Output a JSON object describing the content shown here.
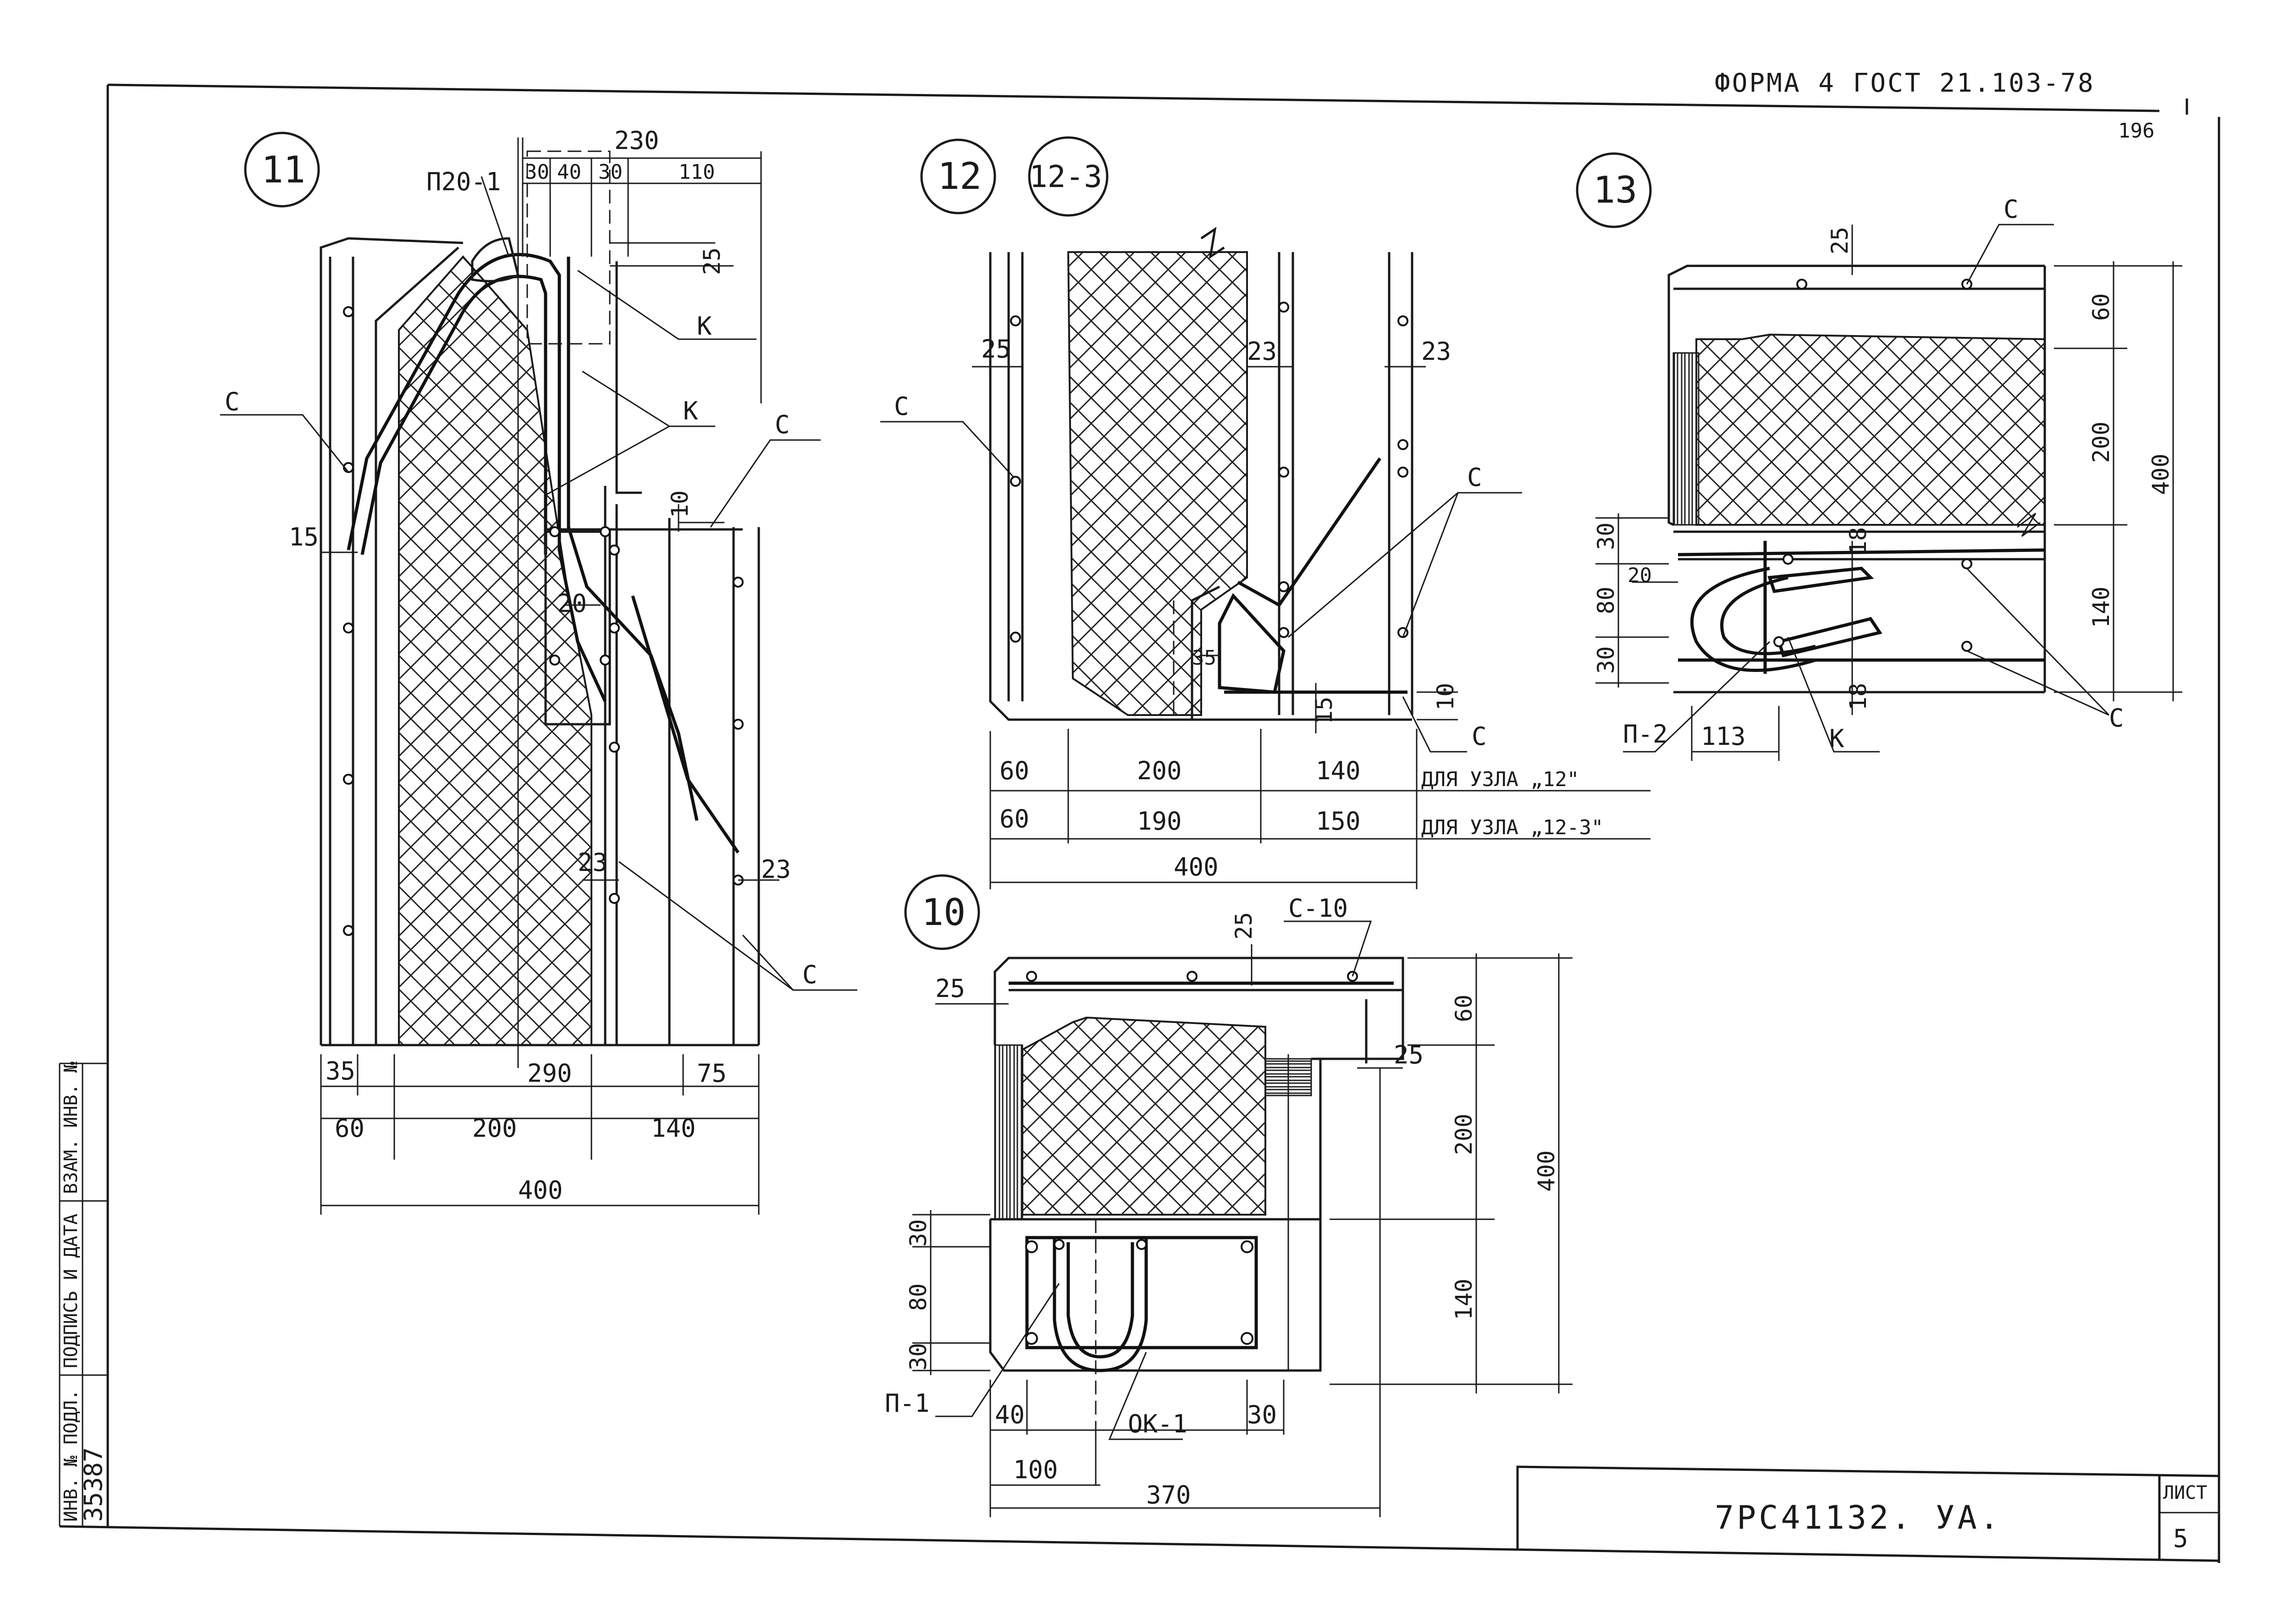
{
  "header": {
    "form_standard": "ФОРМА 4 ГОСТ 21.103-78",
    "sheet_corner_number": "196"
  },
  "title_block": {
    "document_code": "7РС41132. УА.",
    "sheet_label": "ЛИСТ",
    "sheet_number": "5"
  },
  "side_stamp": {
    "inv_orig_label": "ИНВ. № ПОДЛ.",
    "signature_date_label": "ПОДПИСЬ И ДАТА",
    "replace_inv_label": "ВЗАМ. ИНВ. №",
    "inv_value": "35387"
  },
  "detail_11": {
    "node_number": "11",
    "labels": {
      "c_left": "С",
      "k_top": "К",
      "k_mid": "К",
      "c_right_top": "С",
      "c_right_bottom": "С",
      "pi_mark": "П20-1"
    },
    "dims": {
      "top_total": "230",
      "top_a": "30",
      "top_b": "40",
      "top_c": "30",
      "top_d": "110",
      "v25": "25",
      "v10": "10",
      "h15": "15",
      "h20": "20",
      "h23_mid": "23",
      "h23_right": "23",
      "b35": "35",
      "b290": "290",
      "b75": "75",
      "b60": "60",
      "b200": "200",
      "b140": "140",
      "b400": "400"
    }
  },
  "detail_12": {
    "node_numbers": [
      "12",
      "12-3"
    ],
    "labels": {
      "c_left": "С",
      "c_right": "С",
      "c_bottom": "С"
    },
    "dims": {
      "h25": "25",
      "h23a": "23",
      "h23b": "23",
      "v35": "35",
      "v15": "15",
      "v10": "10",
      "row1": [
        "60",
        "200",
        "140"
      ],
      "row1_note": "ДЛЯ УЗЛА „12\"",
      "row2": [
        "60",
        "190",
        "150"
      ],
      "row2_note": "ДЛЯ УЗЛА „12-3\"",
      "total": "400"
    }
  },
  "detail_13": {
    "node_number": "13",
    "labels": {
      "c_top": "С",
      "c_right": "С",
      "k": "К",
      "pi2": "П-2"
    },
    "dims": {
      "v25": "25",
      "r60": "60",
      "r200": "200",
      "r140": "140",
      "r400": "400",
      "l30a": "30",
      "l80": "80",
      "l30b": "30",
      "h20": "20",
      "h18a": "18",
      "h18b": "18",
      "b113": "113"
    }
  },
  "detail_10": {
    "node_number": "10",
    "labels": {
      "c10": "С-10",
      "pi1": "П-1",
      "ok1": "ОК-1"
    },
    "dims": {
      "h25a": "25",
      "h25b": "25",
      "h25c": "25",
      "r60": "60",
      "r200": "200",
      "r140": "140",
      "r400": "400",
      "l30a": "30",
      "l80": "80",
      "l30b": "30",
      "b40": "40",
      "b30": "30",
      "b100": "100",
      "b370": "370"
    }
  }
}
